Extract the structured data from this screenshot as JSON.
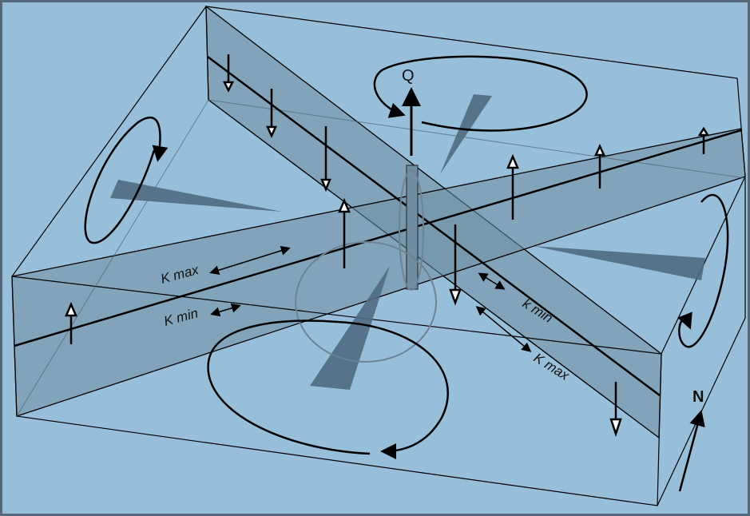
{
  "labels": {
    "q": "Q",
    "kmax_left": "K max",
    "kmin_left": "K min",
    "kmin_right": "k min",
    "kmax_right": "K max",
    "north": "N"
  },
  "colors": {
    "background": "#98bfd9",
    "band": "#6f8ea3",
    "wedge": "#4f6a80",
    "frame": "#56697a"
  }
}
